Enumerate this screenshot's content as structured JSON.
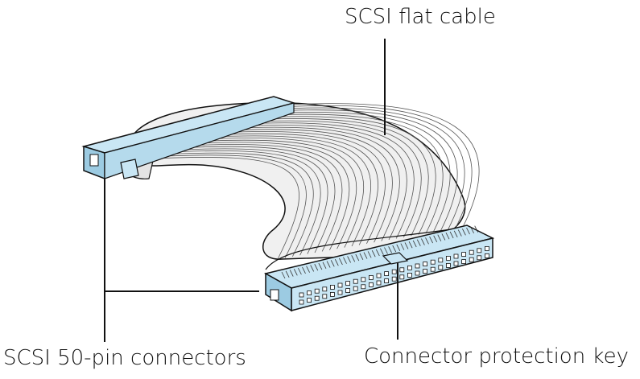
{
  "labels": {
    "cable": "SCSI flat cable",
    "connectors": "SCSI 50-pin connectors",
    "key": "Connector protection key"
  },
  "colors": {
    "connector_fill": "#c9e6f4",
    "connector_dark": "#9ccbe2",
    "cable_fill": "#f0f0f0",
    "line": "#111111"
  },
  "connector_pins": 50
}
